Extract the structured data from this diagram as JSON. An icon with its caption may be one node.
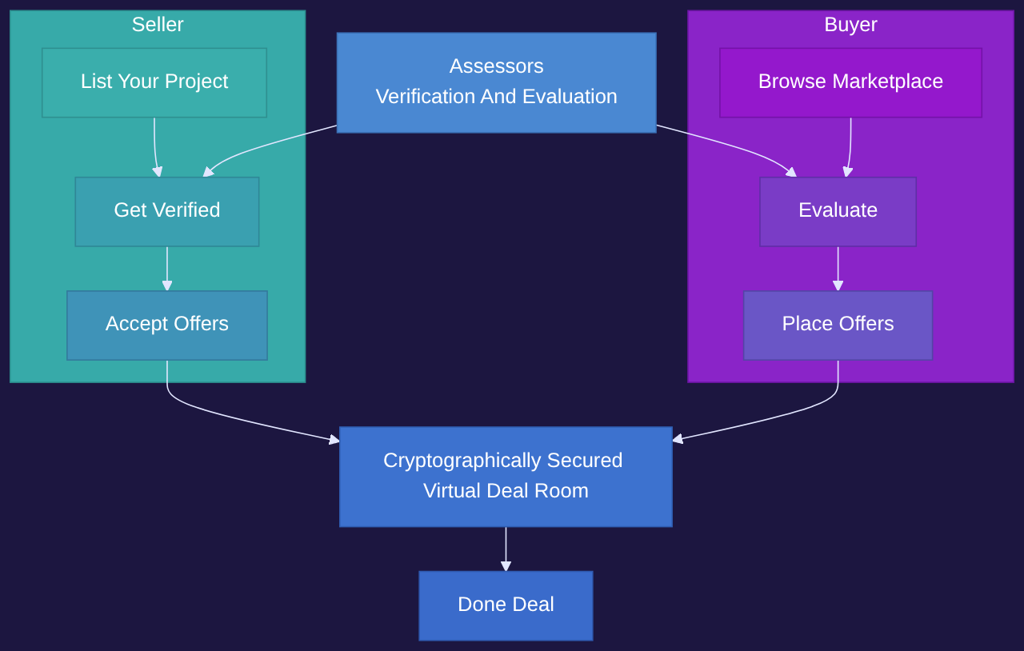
{
  "diagram": {
    "nodes": [
      {
        "text": [
          "Seller"
        ]
      },
      {
        "text": [
          "List Your Project"
        ],
        "in": 0
      },
      {
        "text": [
          "Get Verified"
        ],
        "in": 0
      },
      {
        "text": [
          "Accept Offers"
        ],
        "in": 0
      },
      {
        "text": [
          "Assessors",
          "Verification And Evaluation"
        ]
      },
      {
        "text": [
          "Buyer"
        ]
      },
      {
        "text": [
          "Browse Marketplace"
        ],
        "in": 5
      },
      {
        "text": [
          "Evaluate"
        ],
        "in": 5
      },
      {
        "text": [
          "Place Offers"
        ],
        "in": 5
      },
      {
        "text": [
          "Cryptographically Secured Virtual Deal Room"
        ]
      },
      {
        "text": [
          "Done Deal"
        ]
      }
    ],
    "edges": [
      {
        "from": 1,
        "to": 2,
        "arrow": "to"
      },
      {
        "from": 2,
        "to": 3,
        "arrow": "to"
      },
      {
        "from": 3,
        "to": 9,
        "arrow": "to"
      },
      {
        "from": 4,
        "to": 2,
        "arrow": "to"
      },
      {
        "from": 4,
        "to": 7,
        "arrow": "to"
      },
      {
        "from": 6,
        "to": 7,
        "arrow": "to"
      },
      {
        "from": 7,
        "to": 8,
        "arrow": "to"
      },
      {
        "from": 8,
        "to": 9,
        "arrow": "to"
      },
      {
        "from": 9,
        "to": 10,
        "arrow": "to"
      }
    ]
  }
}
